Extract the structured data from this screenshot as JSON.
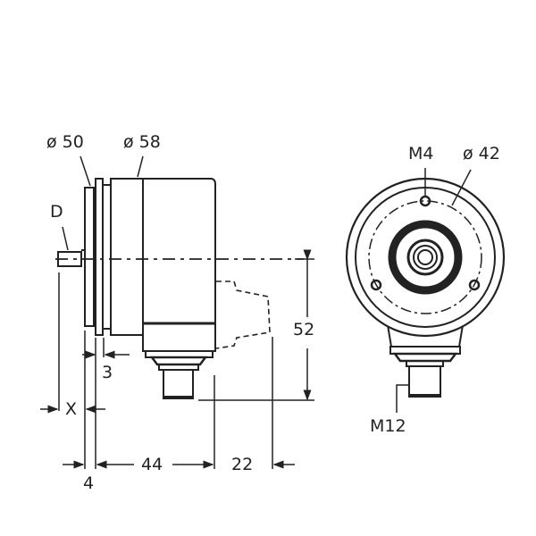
{
  "drawing": {
    "title": "Encoder dimensional drawing",
    "line_color": "#222222",
    "background": "#ffffff",
    "side_view": {
      "labels": {
        "flange_diameter": "ø 50",
        "body_diameter": "ø 58",
        "shaft": "D",
        "flange_step": "3",
        "shaft_length": "X",
        "flange_thickness": "4",
        "body_length": "44",
        "connector_offset": "22",
        "connector_height": "52"
      }
    },
    "front_view": {
      "labels": {
        "mount_thread": "M4",
        "bolt_circle": "ø 42",
        "connector_thread": "M12"
      }
    }
  }
}
